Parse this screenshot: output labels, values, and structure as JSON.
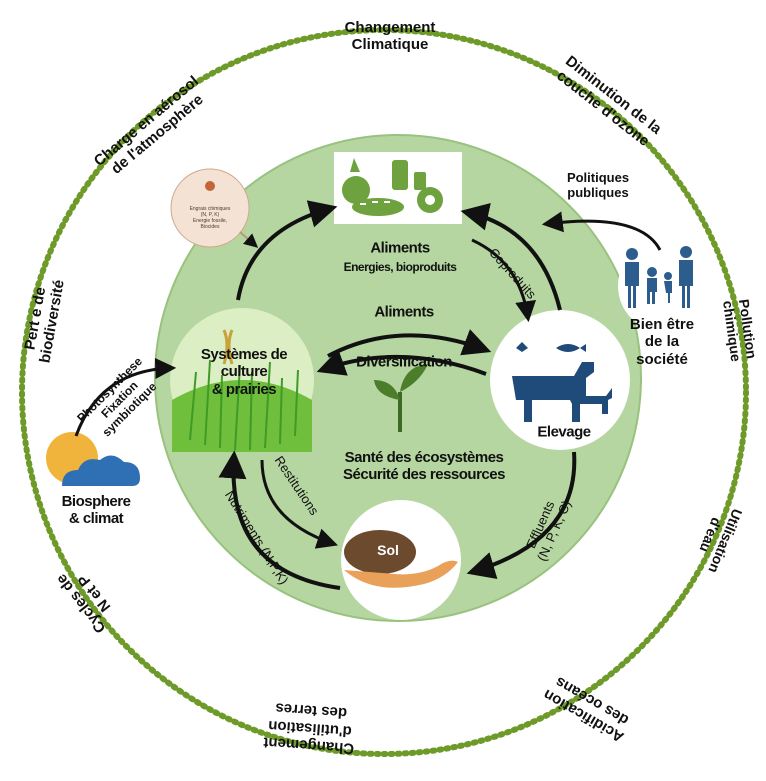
{
  "outer_ring": {
    "boundaries": [
      {
        "id": "climate-change",
        "lines": [
          "Changement",
          "Climatique"
        ]
      },
      {
        "id": "ozone",
        "lines": [
          "Diminution de la",
          "couche d'ozone"
        ]
      },
      {
        "id": "chemical-pollution",
        "lines": [
          "Pollution",
          "chimique"
        ]
      },
      {
        "id": "water-use",
        "lines": [
          "Utilisation",
          "d'eau"
        ]
      },
      {
        "id": "ocean-acidification",
        "lines": [
          "Acidification",
          "des océans"
        ]
      },
      {
        "id": "land-use-change",
        "lines": [
          "Changement",
          "d'utilisation",
          "des terres"
        ]
      },
      {
        "id": "nitrogen-phosphorus",
        "lines": [
          "Cycles de",
          "N et P"
        ]
      },
      {
        "id": "biodiversity",
        "lines": [
          "Pert e de",
          "biodiversité"
        ]
      },
      {
        "id": "aerosol",
        "lines": [
          "Charge en aérosol",
          "de l'atmosphère"
        ]
      }
    ]
  },
  "nodes": {
    "food": {
      "title": "Aliments",
      "subtitle": "Energies, bioproduits"
    },
    "crops": {
      "lines": [
        "Systèmes de",
        "culture",
        "& prairies"
      ]
    },
    "livestock": {
      "title": "Elevage"
    },
    "soil": {
      "title": "Sol"
    },
    "society": {
      "lines": [
        "Bien être",
        "de la",
        "société"
      ]
    },
    "biosphere": {
      "lines": [
        "Biosphere",
        "& climat"
      ]
    },
    "fertilizer_tag": {
      "lines": [
        "Engrais chimiques",
        "(N, P, K)",
        "Energie fossile,",
        "Biocides"
      ]
    }
  },
  "flows": {
    "food_mid": "Aliments",
    "diversification": "Diversification",
    "coproducts": "Coproduits",
    "effluents": [
      "Effluents",
      "(N, P, K, C)"
    ],
    "restitutions": "Restitutions",
    "nutrients": "Nutriments (N,P,K)",
    "policies": [
      "Politiques",
      "publiques"
    ],
    "photosynthesis": [
      "Photosynthese",
      "Fixation",
      "symbiotique"
    ]
  },
  "center": {
    "line1": "Santé des écosystèmes",
    "line2": "Sécurité des ressources"
  },
  "colors": {
    "ring": "#6e9a2a",
    "disk": "#b5d6a0",
    "disk_edge": "#98c27e",
    "food_icons": "#6ea23e",
    "animals": "#1f4b7a",
    "people": "#2d5d8c",
    "soil_brown": "#6b4a2e",
    "hand": "#e9a15a",
    "sun": "#f0b43c",
    "cloud": "#2f6fb3",
    "arrow": "#111111"
  }
}
